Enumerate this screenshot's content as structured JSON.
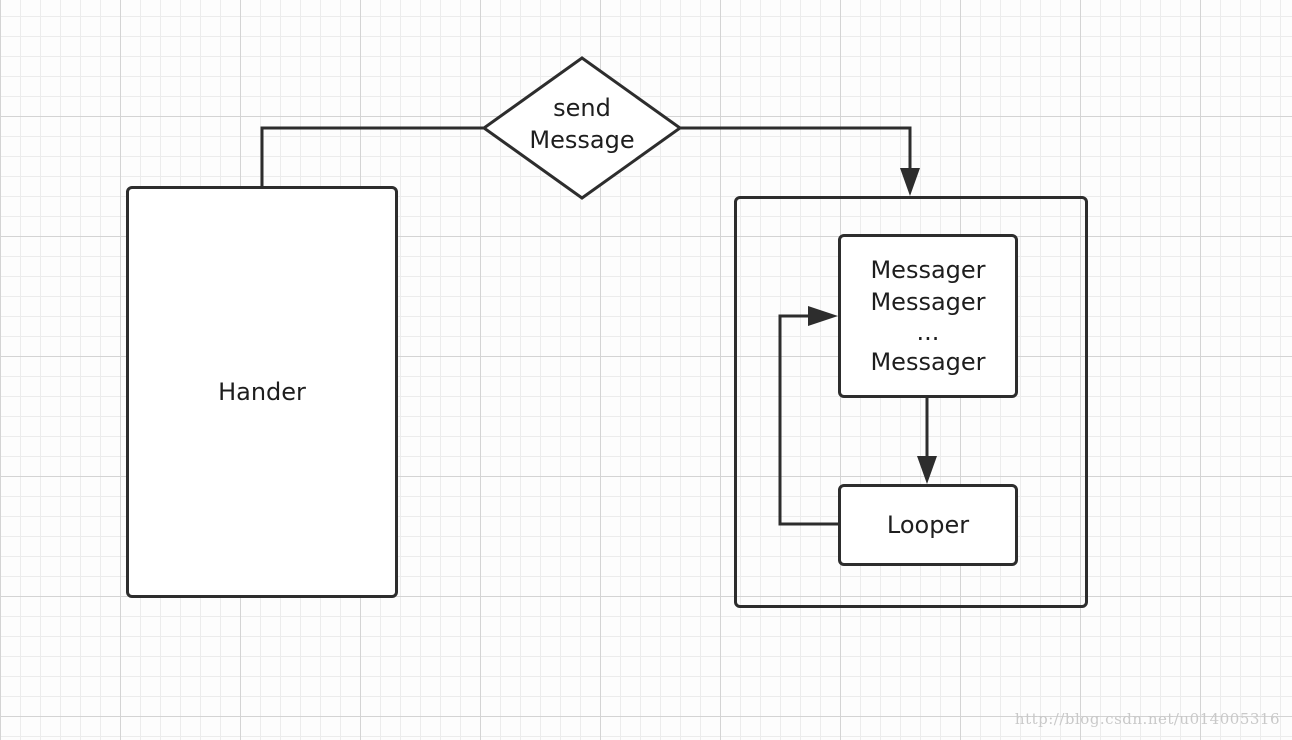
{
  "diagram": {
    "hander_label": "Hander",
    "send_label": "send",
    "message_label": "Message",
    "queue_items": [
      "Messager",
      "Messager",
      "...",
      "Messager"
    ],
    "looper_label": "Looper",
    "watermark": "http://blog.csdn.net/u014005316"
  },
  "colors": {
    "stroke": "#2d2d2d",
    "text": "#1e1e1e",
    "grid_major": "#d4d4d4",
    "grid_minor": "#ececec",
    "watermark": "#c9c9c9"
  }
}
